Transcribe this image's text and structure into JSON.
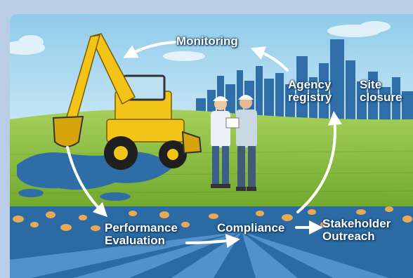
{
  "diagram": {
    "steps": {
      "monitoring": "Monitoring",
      "agency_registry_line1": "Agency",
      "agency_registry_line2": "registry",
      "site_closure_line1": "Site",
      "site_closure_line2": "closure",
      "performance_evaluation_line1": "Performance",
      "performance_evaluation_line2": "Evaluation",
      "compliance": "Compliance",
      "stakeholder_outreach_line1": "Stakeholder",
      "stakeholder_outreach_line2": "Outreach"
    },
    "colors": {
      "sky": "#a9d8ef",
      "grass": "#8cbf3a",
      "soil_band": "#2b6aa3",
      "rays": "#5f9fd6",
      "pebbles": "#e7ab55",
      "excavator": "#f2c417",
      "skyline": "#2b6aa3",
      "label_text": "#ffffff"
    },
    "icons": [
      "excavator-icon",
      "workers-icon",
      "city-skyline-icon",
      "cycle-arrows-icon"
    ]
  }
}
